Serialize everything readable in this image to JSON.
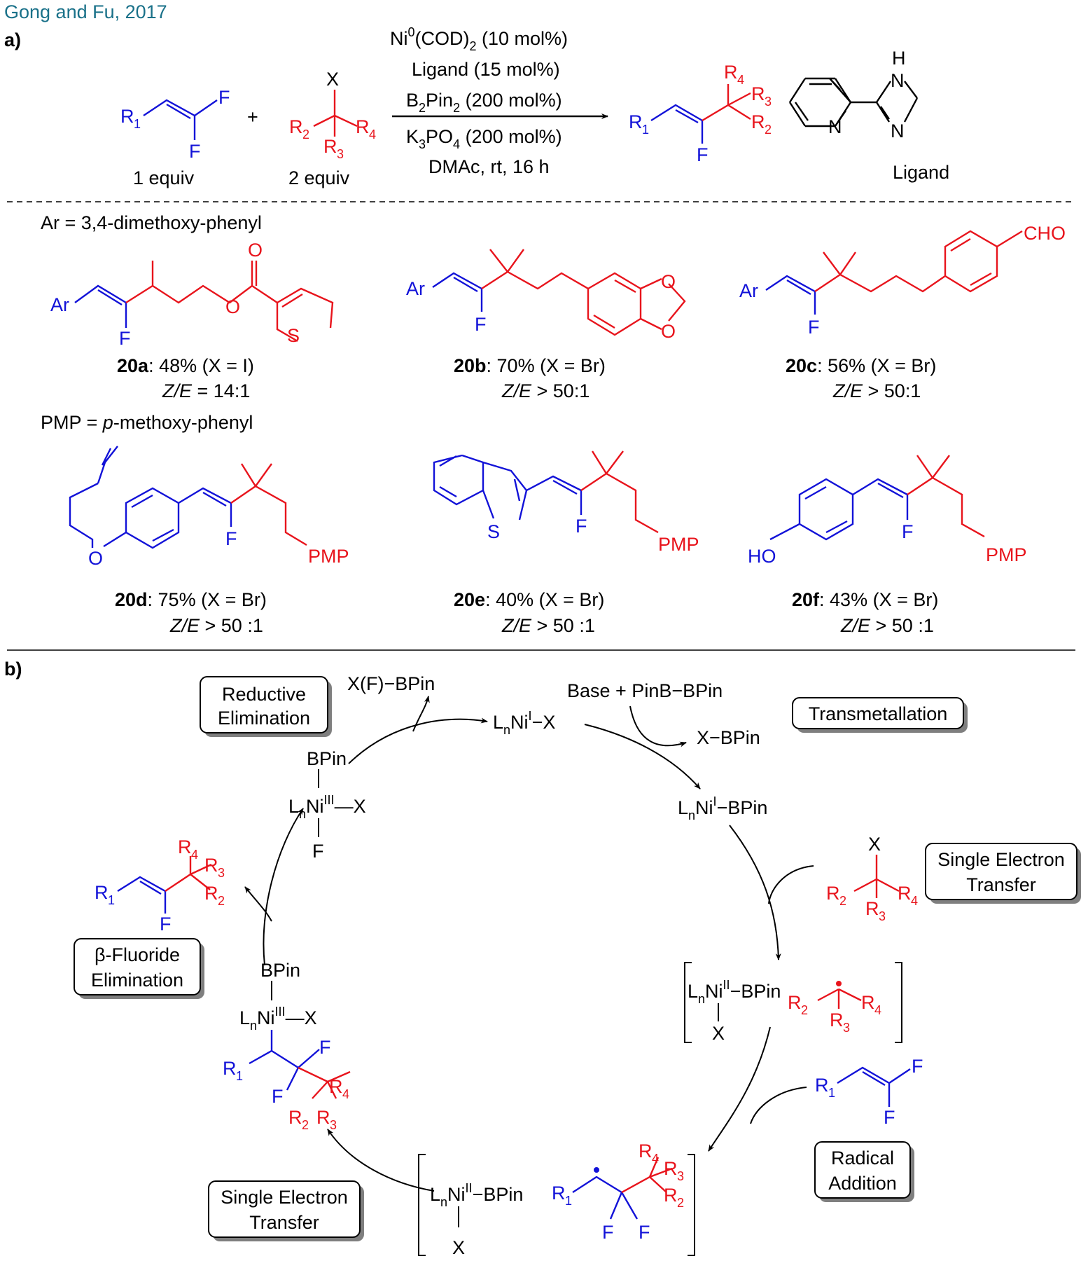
{
  "header": {
    "citation": "Gong and Fu, 2017",
    "part_a": "a)",
    "part_b": "b)"
  },
  "reaction": {
    "cond1": "Ni",
    "cond1_sup": "0",
    "cond1_rest": "(COD)",
    "cond1_sub": "2",
    "cond1_tail": " (10 mol%)",
    "cond2": "Ligand (15 mol%)",
    "cond3_a": "B",
    "cond3_sub1": "2",
    "cond3_b": "Pin",
    "cond3_sub2": "2",
    "cond3_c": " (200 mol%)",
    "cond4_a": "K",
    "cond4_sub1": "3",
    "cond4_b": "PO",
    "cond4_sub2": "4",
    "cond4_c": " (200 mol%)",
    "cond5": "DMAc, rt, 16 h",
    "equiv1": "1 equiv",
    "equiv2": "2 equiv",
    "plus": "+",
    "ligand_label": "Ligand"
  },
  "atoms": {
    "R": "R",
    "F": "F",
    "X": "X",
    "N": "N",
    "H": "H",
    "O": "O",
    "S": "S",
    "n1": "1",
    "n2": "2",
    "n3": "3",
    "n4": "4",
    "Ar": "Ar",
    "PMP": "PMP",
    "CHO": "CHO",
    "HO": "HO"
  },
  "definitions": {
    "ar": "Ar = 3,4-dimethoxy-phenyl",
    "pmp_a": "PMP = ",
    "pmp_b": "p",
    "pmp_c": "-methoxy-phenyl"
  },
  "products": [
    {
      "id": "20a",
      "yield": ": 48% (X = I)",
      "ze_a": "Z/E",
      "ze_b": " = 14:1"
    },
    {
      "id": "20b",
      "yield": ": 70% (X = Br)",
      "ze_a": "Z/E",
      "ze_b": " > 50:1"
    },
    {
      "id": "20c",
      "yield": ": 56% (X = Br)",
      "ze_a": "Z/E",
      "ze_b": " > 50:1"
    },
    {
      "id": "20d",
      "yield": ": 75% (X = Br)",
      "ze_a": "Z/E",
      "ze_b": " > 50 :1"
    },
    {
      "id": "20e",
      "yield": ": 40% (X = Br)",
      "ze_a": "Z/E",
      "ze_b": " > 50 :1"
    },
    {
      "id": "20f",
      "yield": ": 43% (X = Br)",
      "ze_a": "Z/E",
      "ze_b": " > 50 :1"
    }
  ],
  "cycle": {
    "steps": {
      "reductive": [
        "Reductive",
        "Elimination"
      ],
      "transmetal": [
        "Transmetallation"
      ],
      "set1": [
        "Single Electron",
        "Transfer"
      ],
      "radical": [
        "Radical",
        "Addition"
      ],
      "set2": [
        "Single Electron",
        "Transfer"
      ],
      "beta": [
        "β-Fluoride",
        "Elimination"
      ]
    },
    "xfbpin": "X(F)−BPin",
    "base": "Base + PinB−BPin",
    "xbpin": "X−BPin",
    "L": "L",
    "n": "n",
    "Ni": "Ni",
    "ox1": "I",
    "ox2": "II",
    "ox3": "III",
    "dashX": "−X",
    "dashBPin": "−BPin",
    "BPin": "BPin",
    "longX": "—X"
  }
}
